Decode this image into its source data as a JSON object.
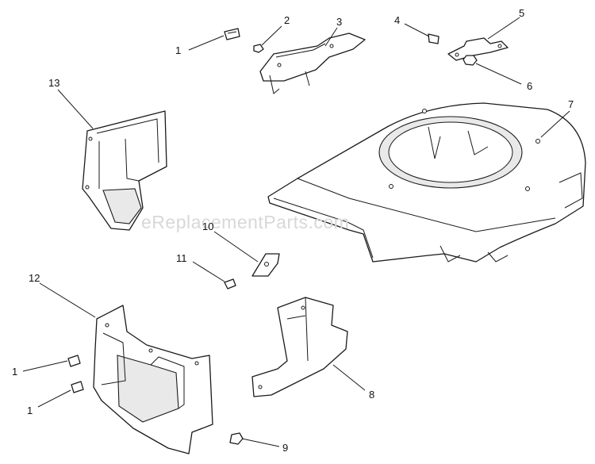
{
  "watermark": "eReplacementParts.com",
  "callouts": [
    {
      "label": "1"
    },
    {
      "label": "2"
    },
    {
      "label": "3"
    },
    {
      "label": "4"
    },
    {
      "label": "5"
    },
    {
      "label": "6"
    },
    {
      "label": "7"
    },
    {
      "label": "13"
    },
    {
      "label": "10"
    },
    {
      "label": "11"
    },
    {
      "label": "12"
    },
    {
      "label": "1"
    },
    {
      "label": "1"
    },
    {
      "label": "8"
    },
    {
      "label": "9"
    }
  ]
}
